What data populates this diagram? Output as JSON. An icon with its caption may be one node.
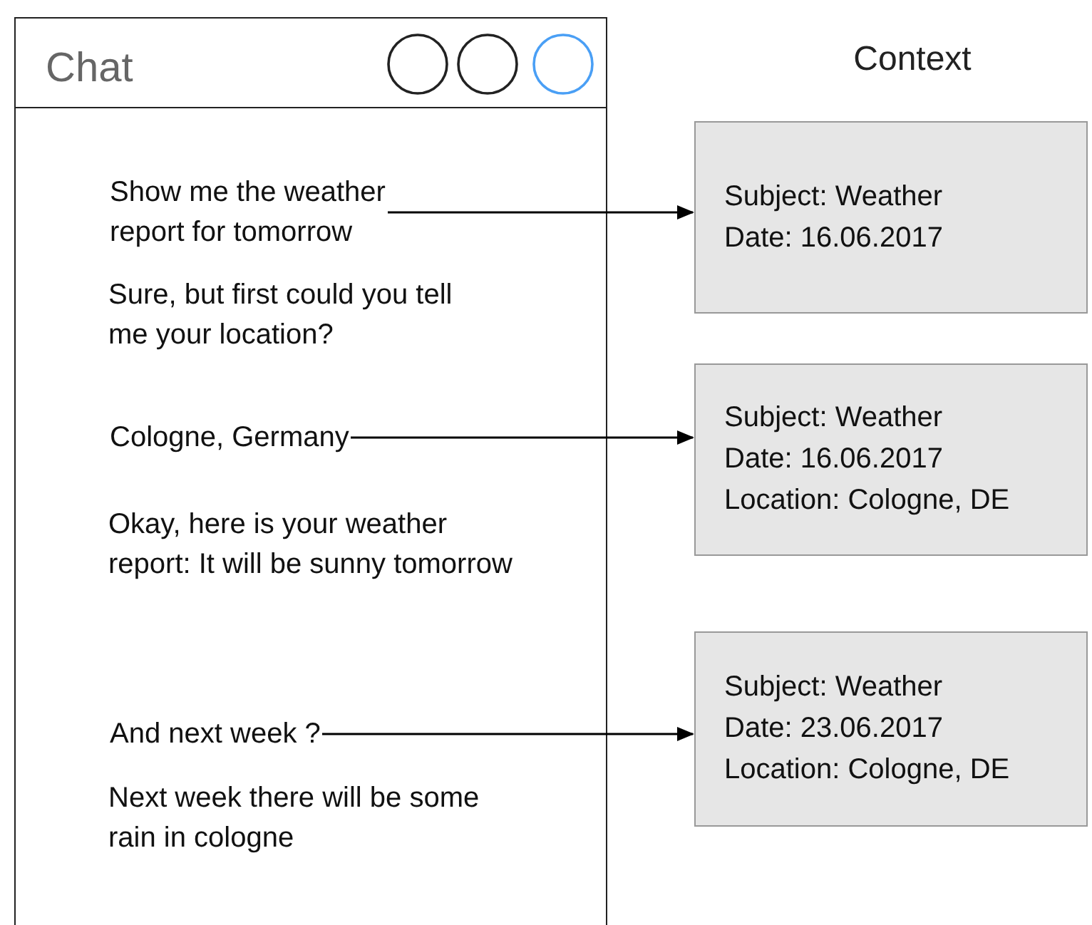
{
  "diagram": {
    "nodes": [
      {
        "text": [
          "Chat"
        ]
      },
      {
        "text": [
          "Show me the weather report for tomorrow"
        ],
        "in": 0
      },
      {
        "text": [
          "Cologne, Germany"
        ],
        "in": 0
      },
      {
        "text": [
          "And next week ?"
        ],
        "in": 0
      },
      {
        "text": [
          "Subject: Weather",
          "Date: 16.06.2017"
        ]
      },
      {
        "text": [
          "Subject: Weather",
          "Date: 16.06.2017",
          "Location: Cologne, DE"
        ]
      },
      {
        "text": [
          "Subject: Weather",
          "Date: 23.06.2017",
          "Location: Cologne, DE"
        ]
      }
    ],
    "edges": [
      {
        "from": 1,
        "to": 4,
        "arrow": "to"
      },
      {
        "from": 2,
        "to": 5,
        "arrow": "to"
      },
      {
        "from": 3,
        "to": 6,
        "arrow": "to"
      }
    ],
    "labels": [
      "Context",
      "Sure, but first could you tell me your location?",
      "Okay, here is your weather report: It will be sunny tomorrow",
      "Next week there will be some rain in cologne"
    ]
  }
}
